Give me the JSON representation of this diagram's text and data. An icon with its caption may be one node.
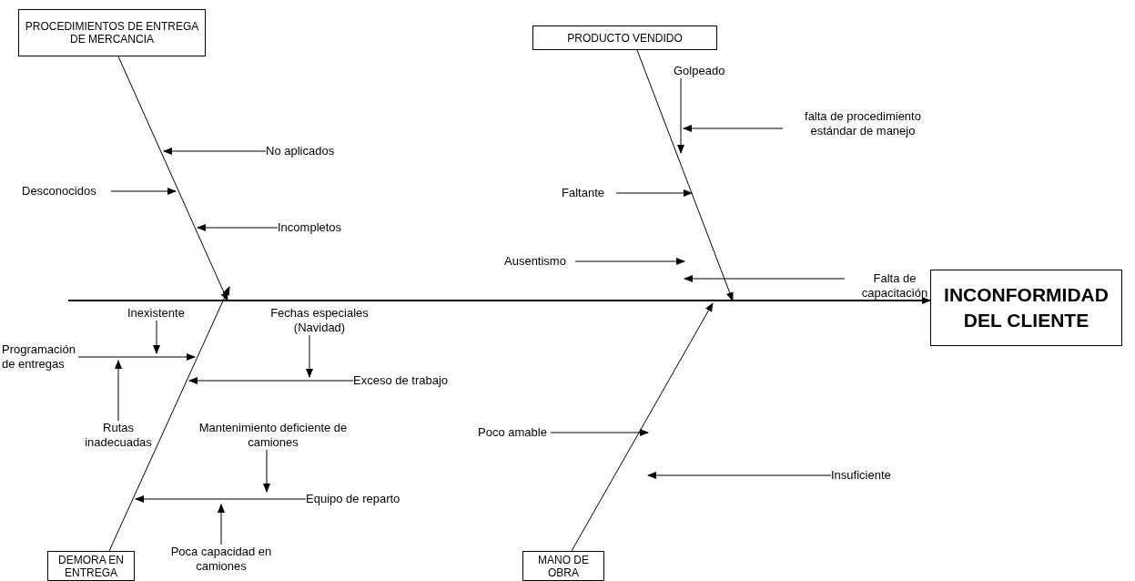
{
  "diagram": {
    "nodes": [
      {
        "text": [
          "INCONFORMIDAD DEL CLIENTE"
        ]
      },
      {
        "text": [
          "PROCEDIMIENTOS DE ENTREGA DE MERCANCIA"
        ]
      },
      {
        "text": [
          "No aplicados"
        ]
      },
      {
        "text": [
          "Desconocidos"
        ]
      },
      {
        "text": [
          "Incompletos"
        ]
      },
      {
        "text": [
          "PRODUCTO VENDIDO"
        ]
      },
      {
        "text": [
          "Golpeado"
        ]
      },
      {
        "text": [
          "falta de procedimiento estándar de manejo"
        ]
      },
      {
        "text": [
          "Faltante"
        ]
      },
      {
        "text": [
          "DEMORA EN ENTREGA"
        ]
      },
      {
        "text": [
          "Inexistente"
        ]
      },
      {
        "text": [
          "Programación de entregas"
        ]
      },
      {
        "text": [
          "Rutas inadecuadas"
        ]
      },
      {
        "text": [
          "Fechas especiales (Navidad)"
        ]
      },
      {
        "text": [
          "Exceso de trabajo"
        ]
      },
      {
        "text": [
          "Mantenimiento deficiente de camiones"
        ]
      },
      {
        "text": [
          "Equipo de reparto"
        ]
      },
      {
        "text": [
          "Poca capacidad en camiones"
        ]
      },
      {
        "text": [
          "MANO DE OBRA"
        ]
      },
      {
        "text": [
          "Ausentismo"
        ]
      },
      {
        "text": [
          "Falta de capacitación"
        ]
      },
      {
        "text": [
          "Poco amable"
        ]
      },
      {
        "text": [
          "Insuficiente"
        ]
      }
    ],
    "edges": [
      {
        "from": null,
        "to": 0,
        "arrow": "to"
      },
      {
        "from": 1,
        "to": null,
        "arrow": "to"
      },
      {
        "from": 2,
        "to": null,
        "arrow": "to"
      },
      {
        "from": 3,
        "to": null,
        "arrow": "to"
      },
      {
        "from": 4,
        "to": null,
        "arrow": "to"
      },
      {
        "from": 5,
        "to": null,
        "arrow": "to"
      },
      {
        "from": 6,
        "to": null,
        "arrow": "to"
      },
      {
        "from": 7,
        "to": null,
        "arrow": "to"
      },
      {
        "from": 8,
        "to": null,
        "arrow": "to"
      },
      {
        "from": 9,
        "to": null,
        "arrow": "to"
      },
      {
        "from": 10,
        "to": null,
        "arrow": "to"
      },
      {
        "from": 11,
        "to": null,
        "arrow": "to"
      },
      {
        "from": 12,
        "to": null,
        "arrow": "to"
      },
      {
        "from": 13,
        "to": null,
        "arrow": "to"
      },
      {
        "from": 14,
        "to": null,
        "arrow": "to"
      },
      {
        "from": 15,
        "to": null,
        "arrow": "to"
      },
      {
        "from": 16,
        "to": null,
        "arrow": "to"
      },
      {
        "from": 17,
        "to": null,
        "arrow": "to"
      },
      {
        "from": 18,
        "to": null,
        "arrow": "to"
      },
      {
        "from": 19,
        "to": null,
        "arrow": "to"
      },
      {
        "from": 20,
        "to": null,
        "arrow": "to"
      },
      {
        "from": 21,
        "to": null,
        "arrow": "to"
      },
      {
        "from": 22,
        "to": null,
        "arrow": "to"
      }
    ]
  }
}
